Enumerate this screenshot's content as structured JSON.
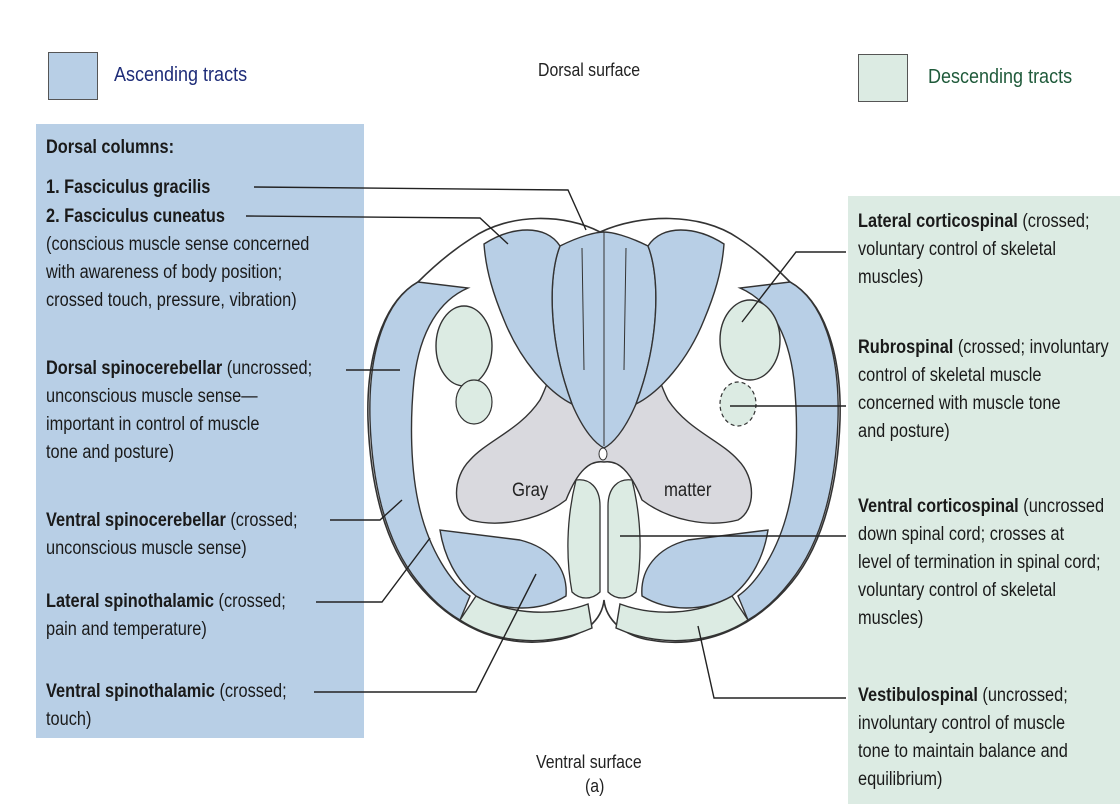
{
  "legend": {
    "ascending_label": "Ascending tracts",
    "descending_label": "Descending tracts"
  },
  "surfaces": {
    "dorsal": "Dorsal surface",
    "ventral": "Ventral surface",
    "figure_label": "(a)"
  },
  "gray_matter": {
    "left": "Gray",
    "right": "matter"
  },
  "ascending": {
    "dorsal_columns_heading": "Dorsal columns:",
    "gracilis": "1. Fasciculus gracilis",
    "cuneatus": "2. Fasciculus cuneatus",
    "cuneatus_desc": [
      "(conscious muscle sense concerned",
      "with awareness of body position;",
      "crossed touch, pressure, vibration)"
    ],
    "dorsal_spinocerebellar": {
      "name": "Dorsal spinocerebellar",
      "desc_first": " (uncrossed;",
      "desc": [
        "unconscious muscle sense—",
        "important in control of muscle",
        "tone and posture)"
      ]
    },
    "ventral_spinocerebellar": {
      "name": "Ventral spinocerebellar",
      "desc_first": " (crossed;",
      "desc": [
        "unconscious muscle sense)"
      ]
    },
    "lateral_spinothalamic": {
      "name": "Lateral spinothalamic",
      "desc_first": " (crossed;",
      "desc": [
        "pain and temperature)"
      ]
    },
    "ventral_spinothalamic": {
      "name": "Ventral spinothalamic",
      "desc_first": " (crossed;",
      "desc": [
        "touch)"
      ]
    }
  },
  "descending": {
    "lateral_corticospinal": {
      "name": "Lateral corticospinal",
      "desc_first": " (crossed;",
      "desc": [
        "voluntary control of skeletal",
        "muscles)"
      ]
    },
    "rubrospinal": {
      "name": "Rubrospinal",
      "desc_first": " (crossed; involuntary",
      "desc": [
        "control of skeletal muscle",
        "concerned with muscle tone",
        "and posture)"
      ]
    },
    "ventral_corticospinal": {
      "name": "Ventral corticospinal",
      "desc_first": " (uncrossed",
      "desc": [
        "down spinal cord; crosses at",
        "level of termination in spinal cord;",
        "voluntary control of skeletal",
        "muscles)"
      ]
    },
    "vestibulospinal": {
      "name": "Vestibulospinal",
      "desc_first": " (uncrossed;",
      "desc": [
        "involuntary control of muscle",
        "tone to maintain balance and",
        "equilibrium)"
      ]
    }
  },
  "colors": {
    "ascending": "#b8cfe6",
    "descending": "#dcebe3",
    "gray_matter": "#d9d9de",
    "ascending_text": "#1e2c78",
    "descending_text": "#1f5a3a"
  }
}
